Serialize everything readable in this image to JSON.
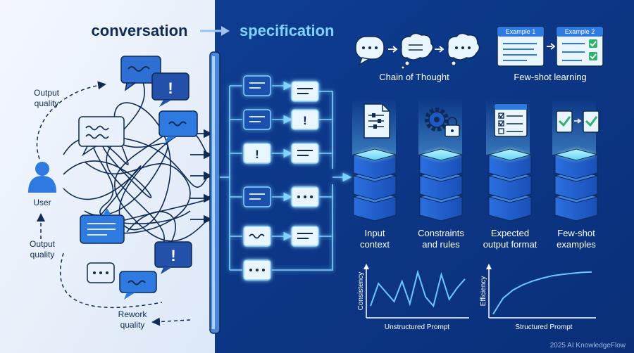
{
  "header": {
    "left_title": "conversation",
    "right_title": "specification"
  },
  "left_panel": {
    "user_label": "User",
    "output_quality_top": [
      "Output",
      "quality"
    ],
    "output_quality_bottom": [
      "Output",
      "quality"
    ],
    "rework_quality": [
      "Rework",
      "quality"
    ]
  },
  "techniques": {
    "chain_of_thought": "Chain of Thought",
    "few_shot_learning": "Few-shot learning",
    "example_1": "Example 1",
    "example_2": "Example 2"
  },
  "stack_labels": [
    [
      "Input",
      "context"
    ],
    [
      "Constraints",
      "and rules"
    ],
    [
      "Expected",
      "output format"
    ],
    [
      "Few-shot",
      "examples"
    ]
  ],
  "charts": {
    "unstructured": {
      "title": "Unstructured Prompt",
      "ylabel": "Consistency"
    },
    "structured": {
      "title": "Structured Prompt",
      "ylabel": "Efficiency"
    }
  },
  "chart_data": [
    {
      "type": "line",
      "title": "",
      "xlabel": "Unstructured Prompt",
      "ylabel": "Consistency",
      "x": [
        0,
        1,
        2,
        3,
        4,
        5,
        6,
        7,
        8,
        9,
        10,
        11,
        12
      ],
      "values": [
        0.2,
        0.7,
        0.5,
        0.3,
        0.75,
        0.25,
        0.95,
        0.4,
        0.2,
        0.9,
        0.35,
        0.6,
        0.8
      ],
      "grid": false
    },
    {
      "type": "line",
      "title": "",
      "xlabel": "Structured Prompt",
      "ylabel": "Efficiency",
      "x": [
        0,
        1,
        2,
        3,
        4,
        5,
        6,
        7,
        8,
        9,
        10
      ],
      "values": [
        0.05,
        0.38,
        0.55,
        0.66,
        0.74,
        0.8,
        0.85,
        0.88,
        0.9,
        0.92,
        0.93
      ],
      "grid": false
    }
  ],
  "footer": {
    "credit": "2025 AI KnowledgeFlow"
  },
  "colors": {
    "left_bg": "#eaf1fb",
    "right_bg": "#0d3a8c",
    "accent": "#2f7de1",
    "glow": "#6cc8ff",
    "line_dark": "#0f2a54"
  }
}
